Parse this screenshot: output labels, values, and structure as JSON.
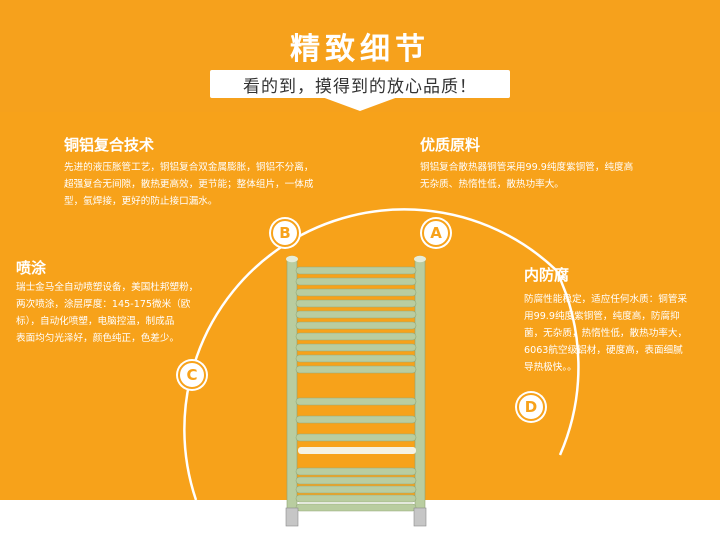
{
  "header": {
    "title": "精致细节",
    "subtitle": "看的到，摸得到的放心品质！"
  },
  "features": {
    "copper": {
      "title": "铜铝复合技术",
      "lines": [
        "先进的液压胀管工艺，铜铝复合双金属膨胀，铜铝不分离，",
        "超强复合无间隙，散热更高效，更节能；整体组片，一体成",
        "型，氩焊接，更好的防止接口漏水。"
      ]
    },
    "material": {
      "title": "优质原料",
      "lines": [
        "铜铝复合散热器铜管采用99.9纯度紫铜管，纯度高",
        "无杂质、热惰性低，散热功率大。"
      ]
    },
    "spray": {
      "title": "喷涂",
      "lines": [
        "瑞士金马全自动喷塑设备，美国杜邦塑粉，",
        "两次喷涂，涂层厚度：145-175微米（欧",
        "标），自动化喷塑，电脑控温，制成品",
        "表面均匀光泽好，颜色纯正，色差少。"
      ]
    },
    "anticorrosion": {
      "title": "内防腐",
      "lines": [
        "防腐性能稳定，适应任何水质：铜管采",
        "用99.9纯度紫铜管，纯度高，防腐抑",
        "菌，无杂质，热惰性低，散热功率大，",
        "6063航空级铝材，硬度高，表面细腻",
        "导热极快。。"
      ]
    }
  },
  "badges": {
    "a": "A",
    "b": "B",
    "c": "C",
    "d": "D"
  },
  "colors": {
    "accent": "#f7a21a",
    "radiator": "#b9cda0",
    "text": "#ffffff"
  }
}
